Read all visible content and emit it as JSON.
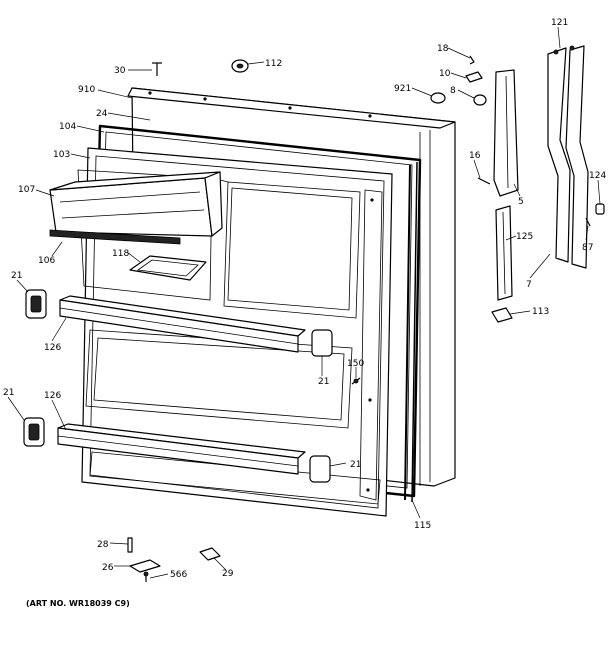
{
  "callouts": {
    "c30": "30",
    "c112": "112",
    "c910": "910",
    "c24": "24",
    "c104": "104",
    "c103": "103",
    "c107": "107",
    "c106": "106",
    "c118": "118",
    "c21_left_top": "21",
    "c126_top": "126",
    "c21_inner_top": "21",
    "c150": "150",
    "c21_left_bottom": "21",
    "c126_bottom": "126",
    "c21_inner_bottom": "21",
    "c115": "115",
    "c18": "18",
    "c10": "10",
    "c921": "921",
    "c8": "8",
    "c16": "16",
    "c5": "5",
    "c121": "121",
    "c124": "124",
    "c125": "125",
    "c87": "87",
    "c7": "7",
    "c113": "113",
    "c28": "28",
    "c26": "26",
    "c566": "566",
    "c29": "29"
  },
  "art_number": "(ART NO. WR18039 C9)"
}
